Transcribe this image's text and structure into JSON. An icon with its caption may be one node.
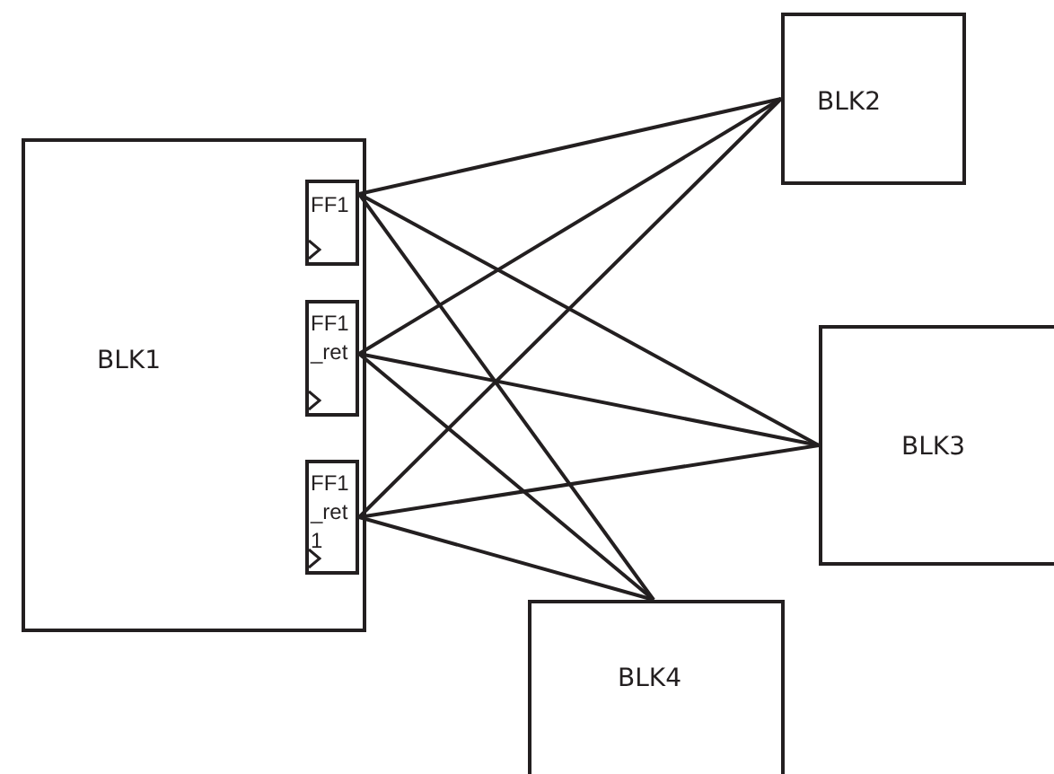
{
  "diagram": {
    "nodes": [
      {
        "text": [
          "BLK1"
        ]
      },
      {
        "text": [
          "FF1"
        ],
        "in": 0
      },
      {
        "text": [
          "FF1 _ret"
        ],
        "in": 0
      },
      {
        "text": [
          "FF1 _ret 1"
        ],
        "in": 0
      },
      {
        "text": [
          "BLK2"
        ]
      },
      {
        "text": [
          "BLK3"
        ]
      },
      {
        "text": [
          "BLK4"
        ]
      }
    ],
    "edges": [
      {
        "from": 1,
        "to": 4,
        "arrow": "none"
      },
      {
        "from": 1,
        "to": 5,
        "arrow": "none"
      },
      {
        "from": 1,
        "to": 6,
        "arrow": "none"
      },
      {
        "from": 2,
        "to": 4,
        "arrow": "none"
      },
      {
        "from": 2,
        "to": 5,
        "arrow": "none"
      },
      {
        "from": 2,
        "to": 6,
        "arrow": "none"
      },
      {
        "from": 3,
        "to": 4,
        "arrow": "none"
      },
      {
        "from": 3,
        "to": 5,
        "arrow": "none"
      },
      {
        "from": 3,
        "to": 6,
        "arrow": "none"
      }
    ]
  }
}
